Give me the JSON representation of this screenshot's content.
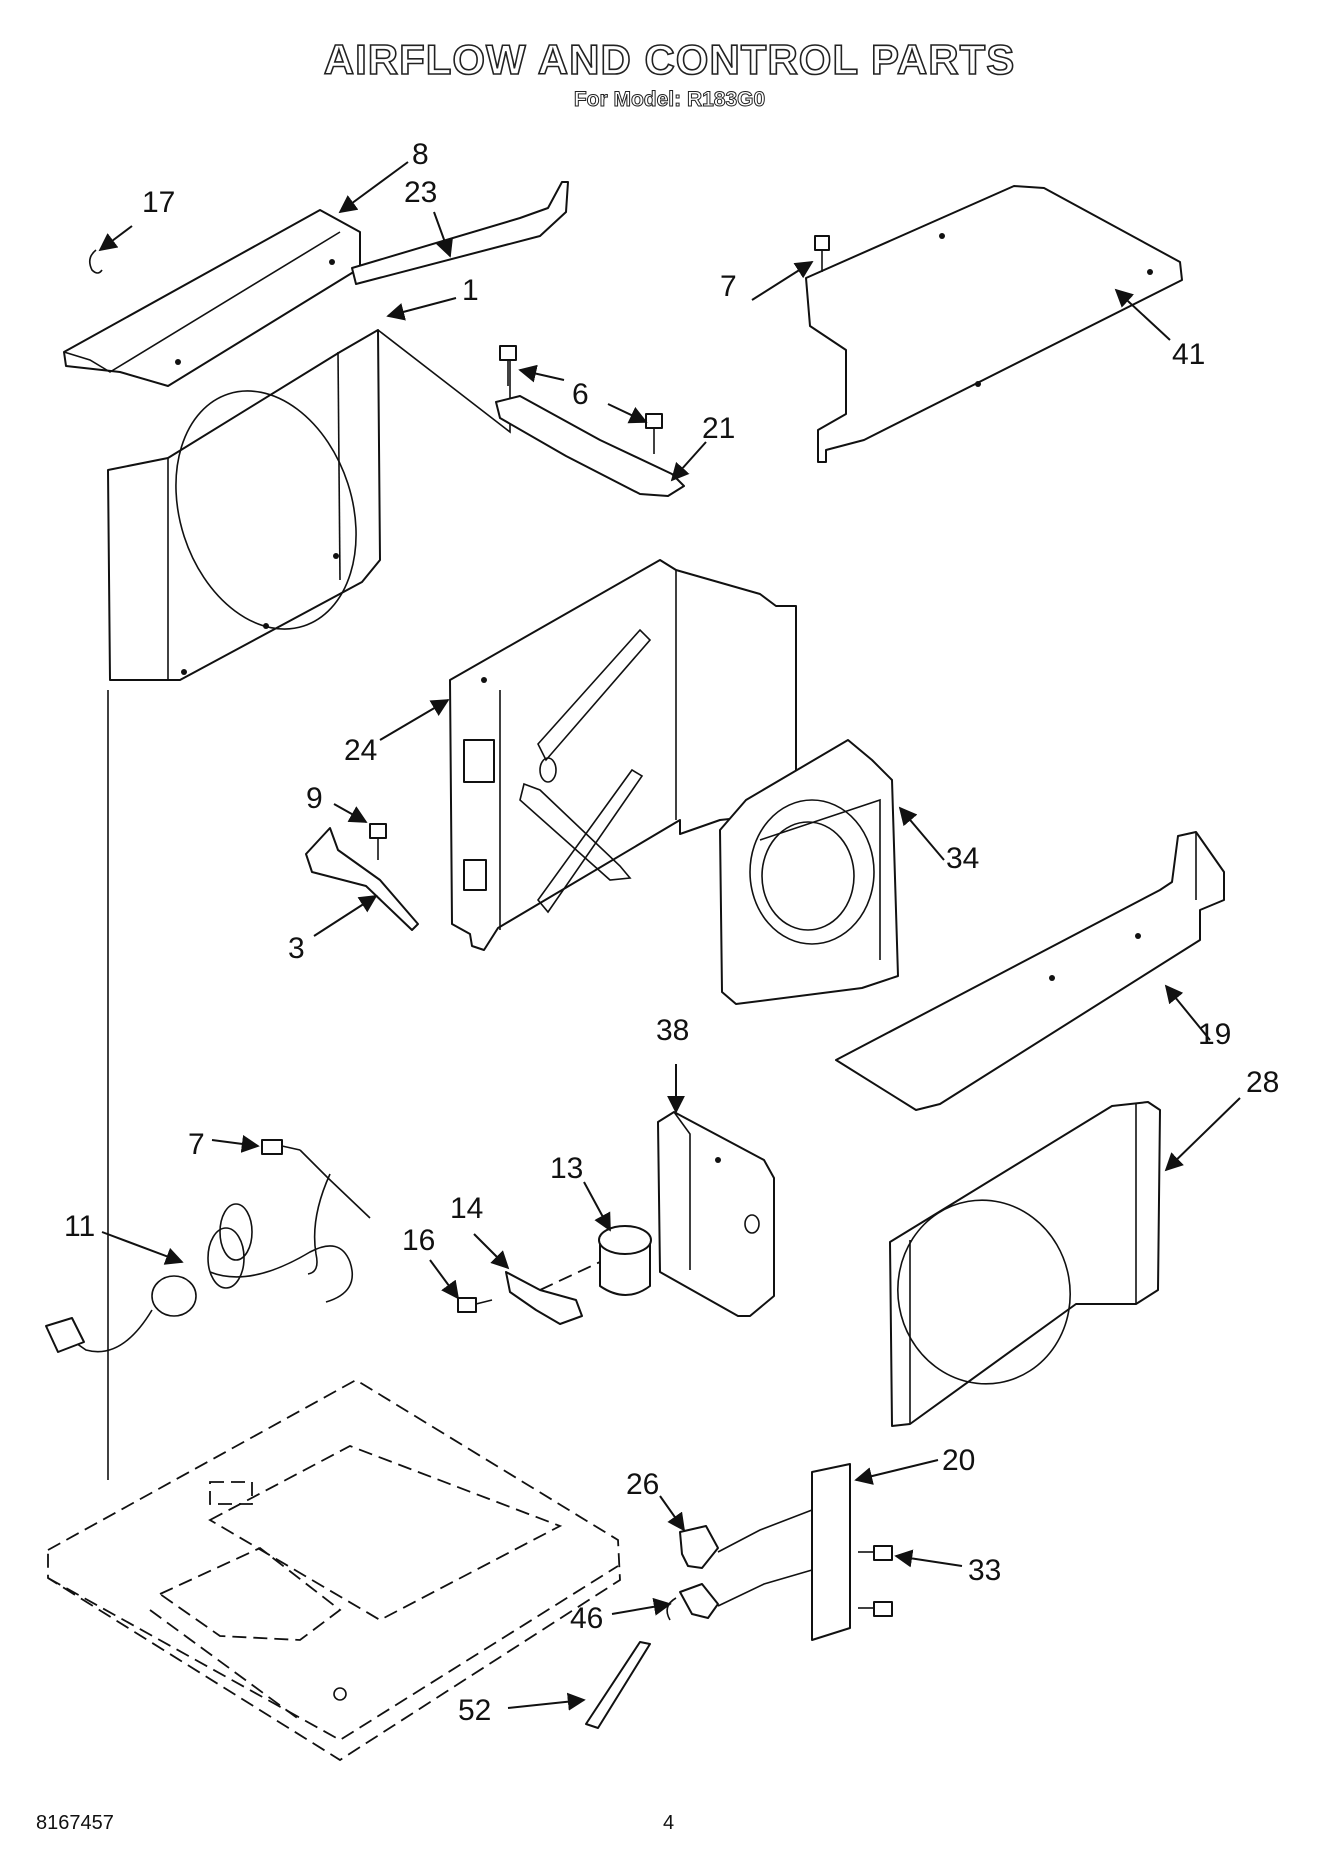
{
  "header": {
    "title": "AIRFLOW AND CONTROL PARTS",
    "subtitle": "For Model: R183G0"
  },
  "footer": {
    "doc_number": "8167457",
    "page_number": "4"
  },
  "callouts": {
    "c1": "1",
    "c3": "3",
    "c6": "6",
    "c7a": "7",
    "c7b": "7",
    "c8": "8",
    "c9": "9",
    "c11": "11",
    "c13": "13",
    "c14": "14",
    "c16": "16",
    "c17": "17",
    "c19": "19",
    "c20": "20",
    "c21": "21",
    "c23": "23",
    "c24": "24",
    "c26": "26",
    "c28": "28",
    "c33": "33",
    "c34": "34",
    "c38": "38",
    "c41": "41",
    "c46": "46",
    "c52": "52"
  }
}
